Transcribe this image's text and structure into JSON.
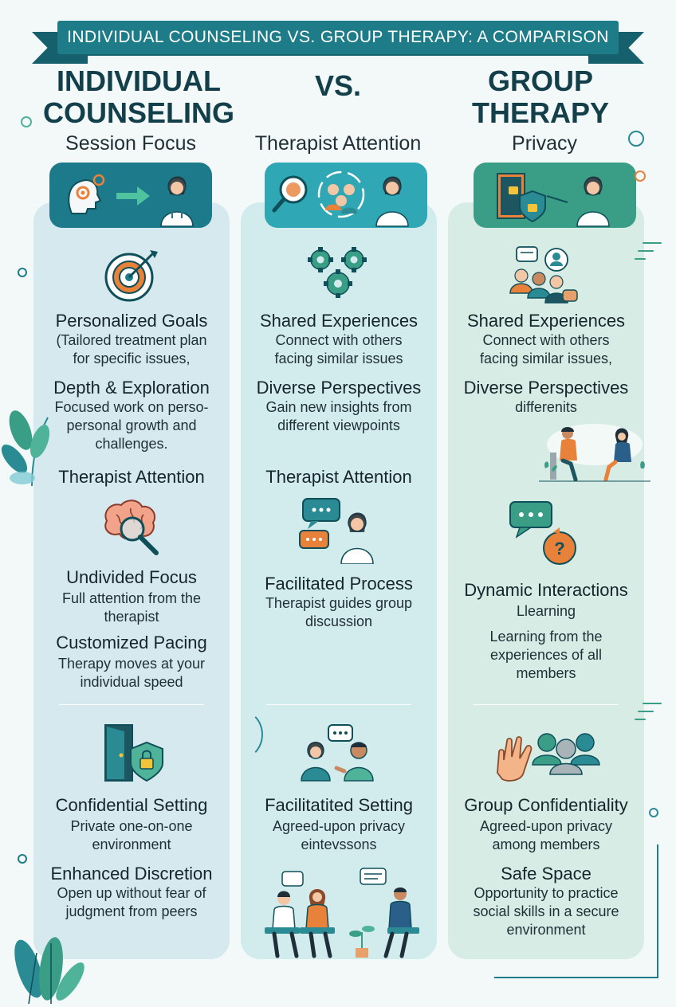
{
  "banner": {
    "title": "INDIVIDUAL COUNSELING VS. GROUP THERAPY: A COMPARISON"
  },
  "headings": {
    "left_line1": "INDIVIDUAL",
    "left_line2": "COUNSELING",
    "vs": "VS.",
    "right_line1": "GROUP",
    "right_line2": "THERAPY"
  },
  "categories": {
    "col1": "Session Focus",
    "col2": "Therapist Attention",
    "col3": "Privacy"
  },
  "columns": {
    "individual": {
      "item1_title": "Personalized Goals",
      "item1_desc_1": "(Tailored treatment plan",
      "item1_desc_2": "for specific issues,",
      "item2_title": "Depth & Exploration",
      "item2_desc_1": "Focused work on perso-",
      "item2_desc_2": "personal growth and",
      "item2_desc_3": "challenges.",
      "section2_head": "Therapist Attention",
      "item3_title": "Undivided Focus",
      "item3_desc_1": "Full attention from the",
      "item3_desc_2": "therapist",
      "item4_title": "Customized Pacing",
      "item4_desc_1": "Therapy moves at your",
      "item4_desc_2": "individual speed",
      "item5_title": "Confidential Setting",
      "item5_desc_1": "Private one-on-one",
      "item5_desc_2": "environment",
      "item6_title": "Enhanced Discretion",
      "item6_desc_1": "Open up without fear of",
      "item6_desc_2": "judgment from peers"
    },
    "group": {
      "item1_title": "Shared Experiences",
      "item1_desc_1": "Connect with others",
      "item1_desc_2": "facing similar issues",
      "item2_title": "Diverse Perspectives",
      "item2_desc_1": "Gain new insights from",
      "item2_desc_2": "different viewpoints",
      "section2_head": "Therapist Attention",
      "item3_title": "Facilitated Process",
      "item3_desc_1": "Therapist guides group",
      "item3_desc_2": "discussion",
      "item5_title": "Facilitatited Setting",
      "item5_desc_1": "Agreed-upon privacy",
      "item5_desc_2": "eintevssons"
    },
    "privacy": {
      "item1_title": "Shared Experiences",
      "item1_desc_1": "Connect with others",
      "item1_desc_2": "facing similar issues,",
      "item2_title": "Diverse Perspectives",
      "item2_desc_1": "differenits",
      "item3_title": "Dynamic Interactions",
      "item3_desc_0": "Llearning",
      "item3_desc_1": "Learning from the",
      "item3_desc_2": "experiences of all",
      "item3_desc_3": "members",
      "item5_title": "Group Confidentiality",
      "item5_desc_1": "Agreed-upon privacy",
      "item5_desc_2": "among members",
      "item6_title": "Safe Space",
      "item6_desc_1": "Opportunity to practice",
      "item6_desc_2": "social skills in a secure",
      "item6_desc_3": "environment"
    }
  },
  "colors": {
    "banner": "#1e7c88",
    "heading": "#123f4a",
    "col_individual": "#d6e9ef",
    "col_group": "#d2ecee",
    "col_privacy": "#d7ece4",
    "accent_orange": "#e8813a",
    "accent_teal": "#2a8b94",
    "accent_green": "#3a9e86"
  },
  "icons": [
    "head-gears-icon",
    "arrow-right-icon",
    "therapist-icon",
    "magnifier-brain-icon",
    "group-cycle-icon",
    "door-lock-icon",
    "shield-lock-icon",
    "target-icon",
    "gears-icon",
    "chat-people-icon",
    "brain-magnifier-icon",
    "chat-bubbles-icon",
    "question-chat-icon",
    "open-door-shield-icon",
    "two-people-chat-icon",
    "hand-group-icon",
    "group-session-icon",
    "leaf-icon"
  ]
}
